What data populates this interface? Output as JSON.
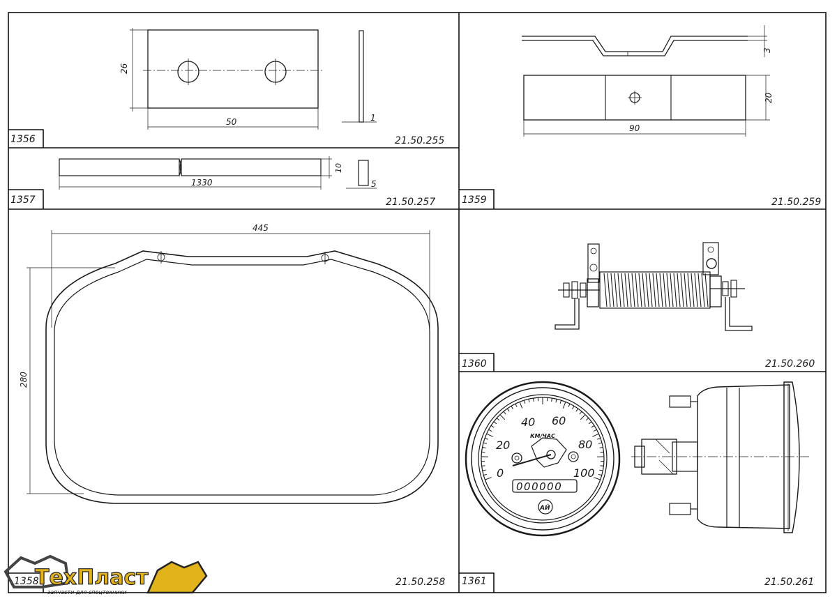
{
  "panels": [
    {
      "number": "1356",
      "code": "21.50.255",
      "dims": [
        "26",
        "50",
        "1"
      ]
    },
    {
      "number": "1357",
      "code": "21.50.257",
      "dims": [
        "1330",
        "10",
        "5"
      ]
    },
    {
      "number": "1358",
      "code": "21.50.258",
      "dims": [
        "445",
        "280"
      ]
    },
    {
      "number": "1359",
      "code": "21.50.259",
      "dims": [
        "3",
        "20",
        "90"
      ]
    },
    {
      "number": "1360",
      "code": "21.50.260",
      "dims": []
    },
    {
      "number": "1361",
      "code": "21.50.261",
      "dims": []
    }
  ],
  "speedometer": {
    "scale": [
      "0",
      "20",
      "40",
      "60",
      "80",
      "100"
    ],
    "unit": "КМ/ЧАС",
    "odometer": "000000",
    "badge": "АЙ"
  },
  "watermark": {
    "brand": "ТехПласт",
    "tagline": "запчасти для спецтехники"
  }
}
